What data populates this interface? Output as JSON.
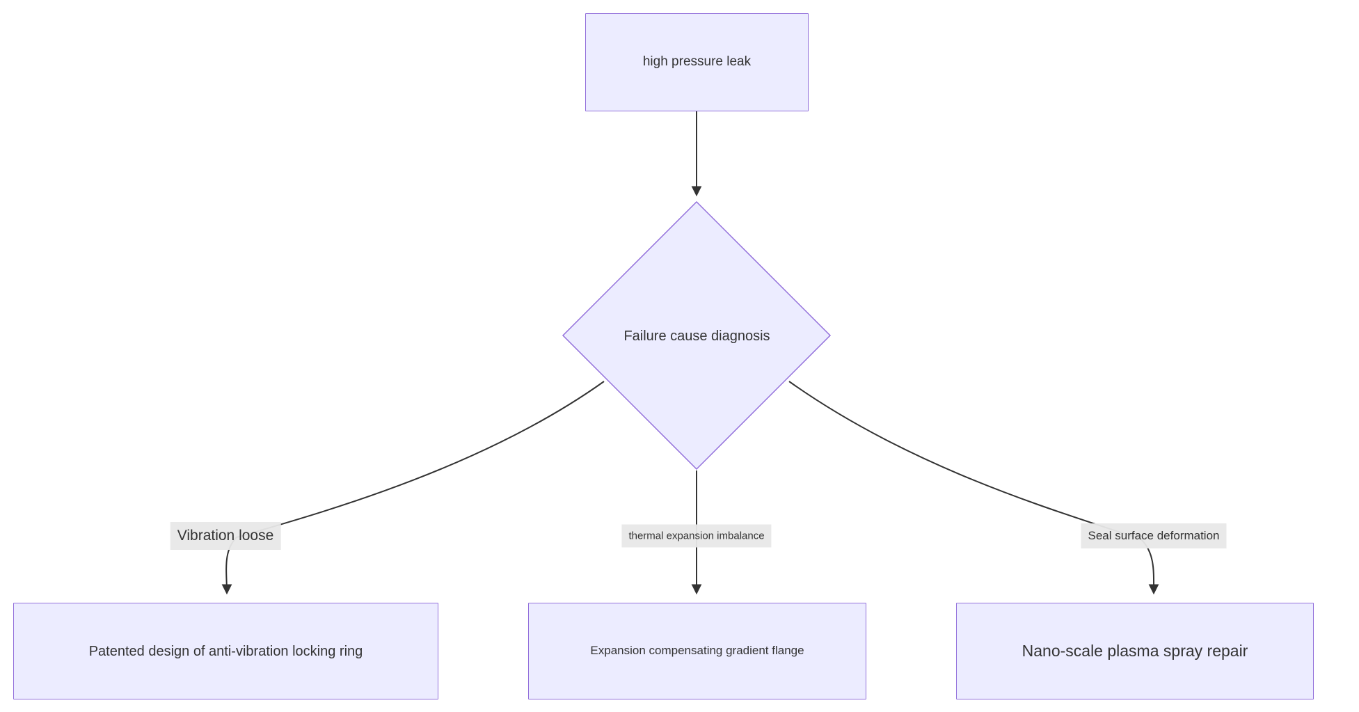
{
  "diagram": {
    "type": "flowchart",
    "nodes": {
      "root": {
        "label": "high pressure leak",
        "shape": "rect"
      },
      "decision": {
        "label": "Failure cause diagnosis",
        "shape": "diamond"
      },
      "sol1": {
        "label": "Patented design of anti-vibration locking ring",
        "shape": "rect"
      },
      "sol2": {
        "label": "Expansion compensating gradient flange",
        "shape": "rect"
      },
      "sol3": {
        "label": "Nano-scale plasma spray repair",
        "shape": "rect"
      }
    },
    "edges": [
      {
        "from": "root",
        "to": "decision",
        "label": ""
      },
      {
        "from": "decision",
        "to": "sol1",
        "label": "Vibration loose"
      },
      {
        "from": "decision",
        "to": "sol2",
        "label": "thermal expansion imbalance"
      },
      {
        "from": "decision",
        "to": "sol3",
        "label": "Seal surface deformation"
      }
    ],
    "edge_labels": {
      "left": "Vibration loose",
      "middle": "thermal expansion imbalance",
      "right": "Seal surface deformation"
    },
    "colors": {
      "node_fill": "#ECECFF",
      "node_border": "#9370DB",
      "edge_stroke": "#333333",
      "label_bg": "#e8e8e8",
      "text": "#333333"
    }
  }
}
